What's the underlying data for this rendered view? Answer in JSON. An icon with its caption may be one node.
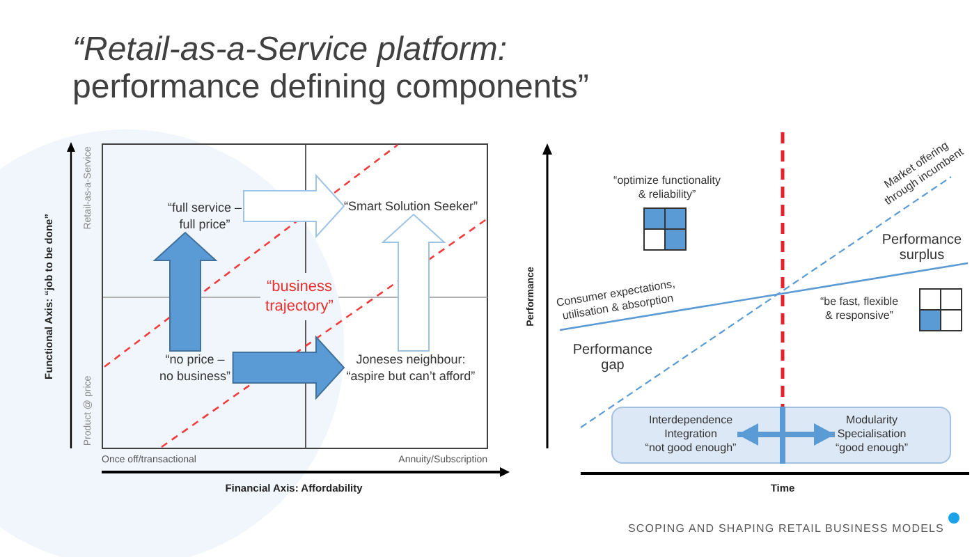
{
  "diagram": {
    "title": "*“Retail-as-a-Service platform:* performance defining components”",
    "nodes": [
      {
        "text": [
          "“full service – full price”"
        ]
      },
      {
        "text": [
          "“Smart Solution Seeker”"
        ]
      },
      {
        "text": [
          "“no price – no business”"
        ]
      },
      {
        "text": [
          "Joneses neighbour: “aspire but can’t afford”"
        ]
      },
      {
        "text": [],
        "shape": "box"
      },
      {
        "text": [
          "Interdependence Integration",
          "“not good enough”"
        ],
        "in": 4
      },
      {
        "text": [
          "Modularity Specialisation",
          "“good enough”"
        ],
        "in": 4
      }
    ],
    "edges": [
      {
        "from": 0,
        "to": 1,
        "arrow": "to",
        "color": "#9dc3e6"
      },
      {
        "from": 2,
        "to": 0,
        "arrow": "to"
      },
      {
        "from": 3,
        "to": 1,
        "arrow": "to",
        "color": "#9dc3e6"
      },
      {
        "from": 2,
        "to": 3,
        "arrow": "to"
      },
      {
        "from": 5,
        "to": 6,
        "arrow": "both"
      }
    ],
    "labels": [
      "Functional Axis: “job to be done”",
      "Retail-as-a-Service",
      "Product @ price",
      "“business trajectory”",
      "Once off/transactional",
      "Annuity/Subscription",
      "Financial Axis: Affordability",
      "“optimize functionality & reliability”",
      "Market offering through incumbent",
      "Performance surplus",
      "Performance",
      "Consumer expectations, utilisation & absorption",
      "“be fast, flexible & responsive”",
      "Performance gap",
      "Time",
      "SCOPING AND SHAPING RETAIL BUSINESS MODELS"
    ]
  }
}
